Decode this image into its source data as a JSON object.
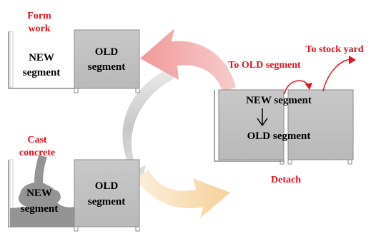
{
  "colors": {
    "red_label": "#e8101a",
    "segment_fill": "#c2c2c2",
    "segment_stroke": "#7a7a7a",
    "arrow_pink": "#f2a0a0",
    "arrow_gray": "#bdbdbd",
    "arrow_orange": "#f7d7a3"
  },
  "labels": {
    "formwork_line1": "Form",
    "formwork_line2": "work",
    "cast_line1": "Cast",
    "cast_line2": "concrete",
    "to_old_segment": "To OLD segment",
    "to_stock_yard": "To stock yard",
    "detach": "Detach"
  },
  "panels": {
    "top_left": {
      "new_line1": "NEW",
      "new_line2": "segment",
      "old_line1": "OLD",
      "old_line2": "segment"
    },
    "bottom_left": {
      "new_line1": "NEW",
      "new_line2": "segment",
      "old_line1": "OLD",
      "old_line2": "segment"
    },
    "right": {
      "new_segment": "NEW segment",
      "old_segment": "OLD segment"
    }
  }
}
